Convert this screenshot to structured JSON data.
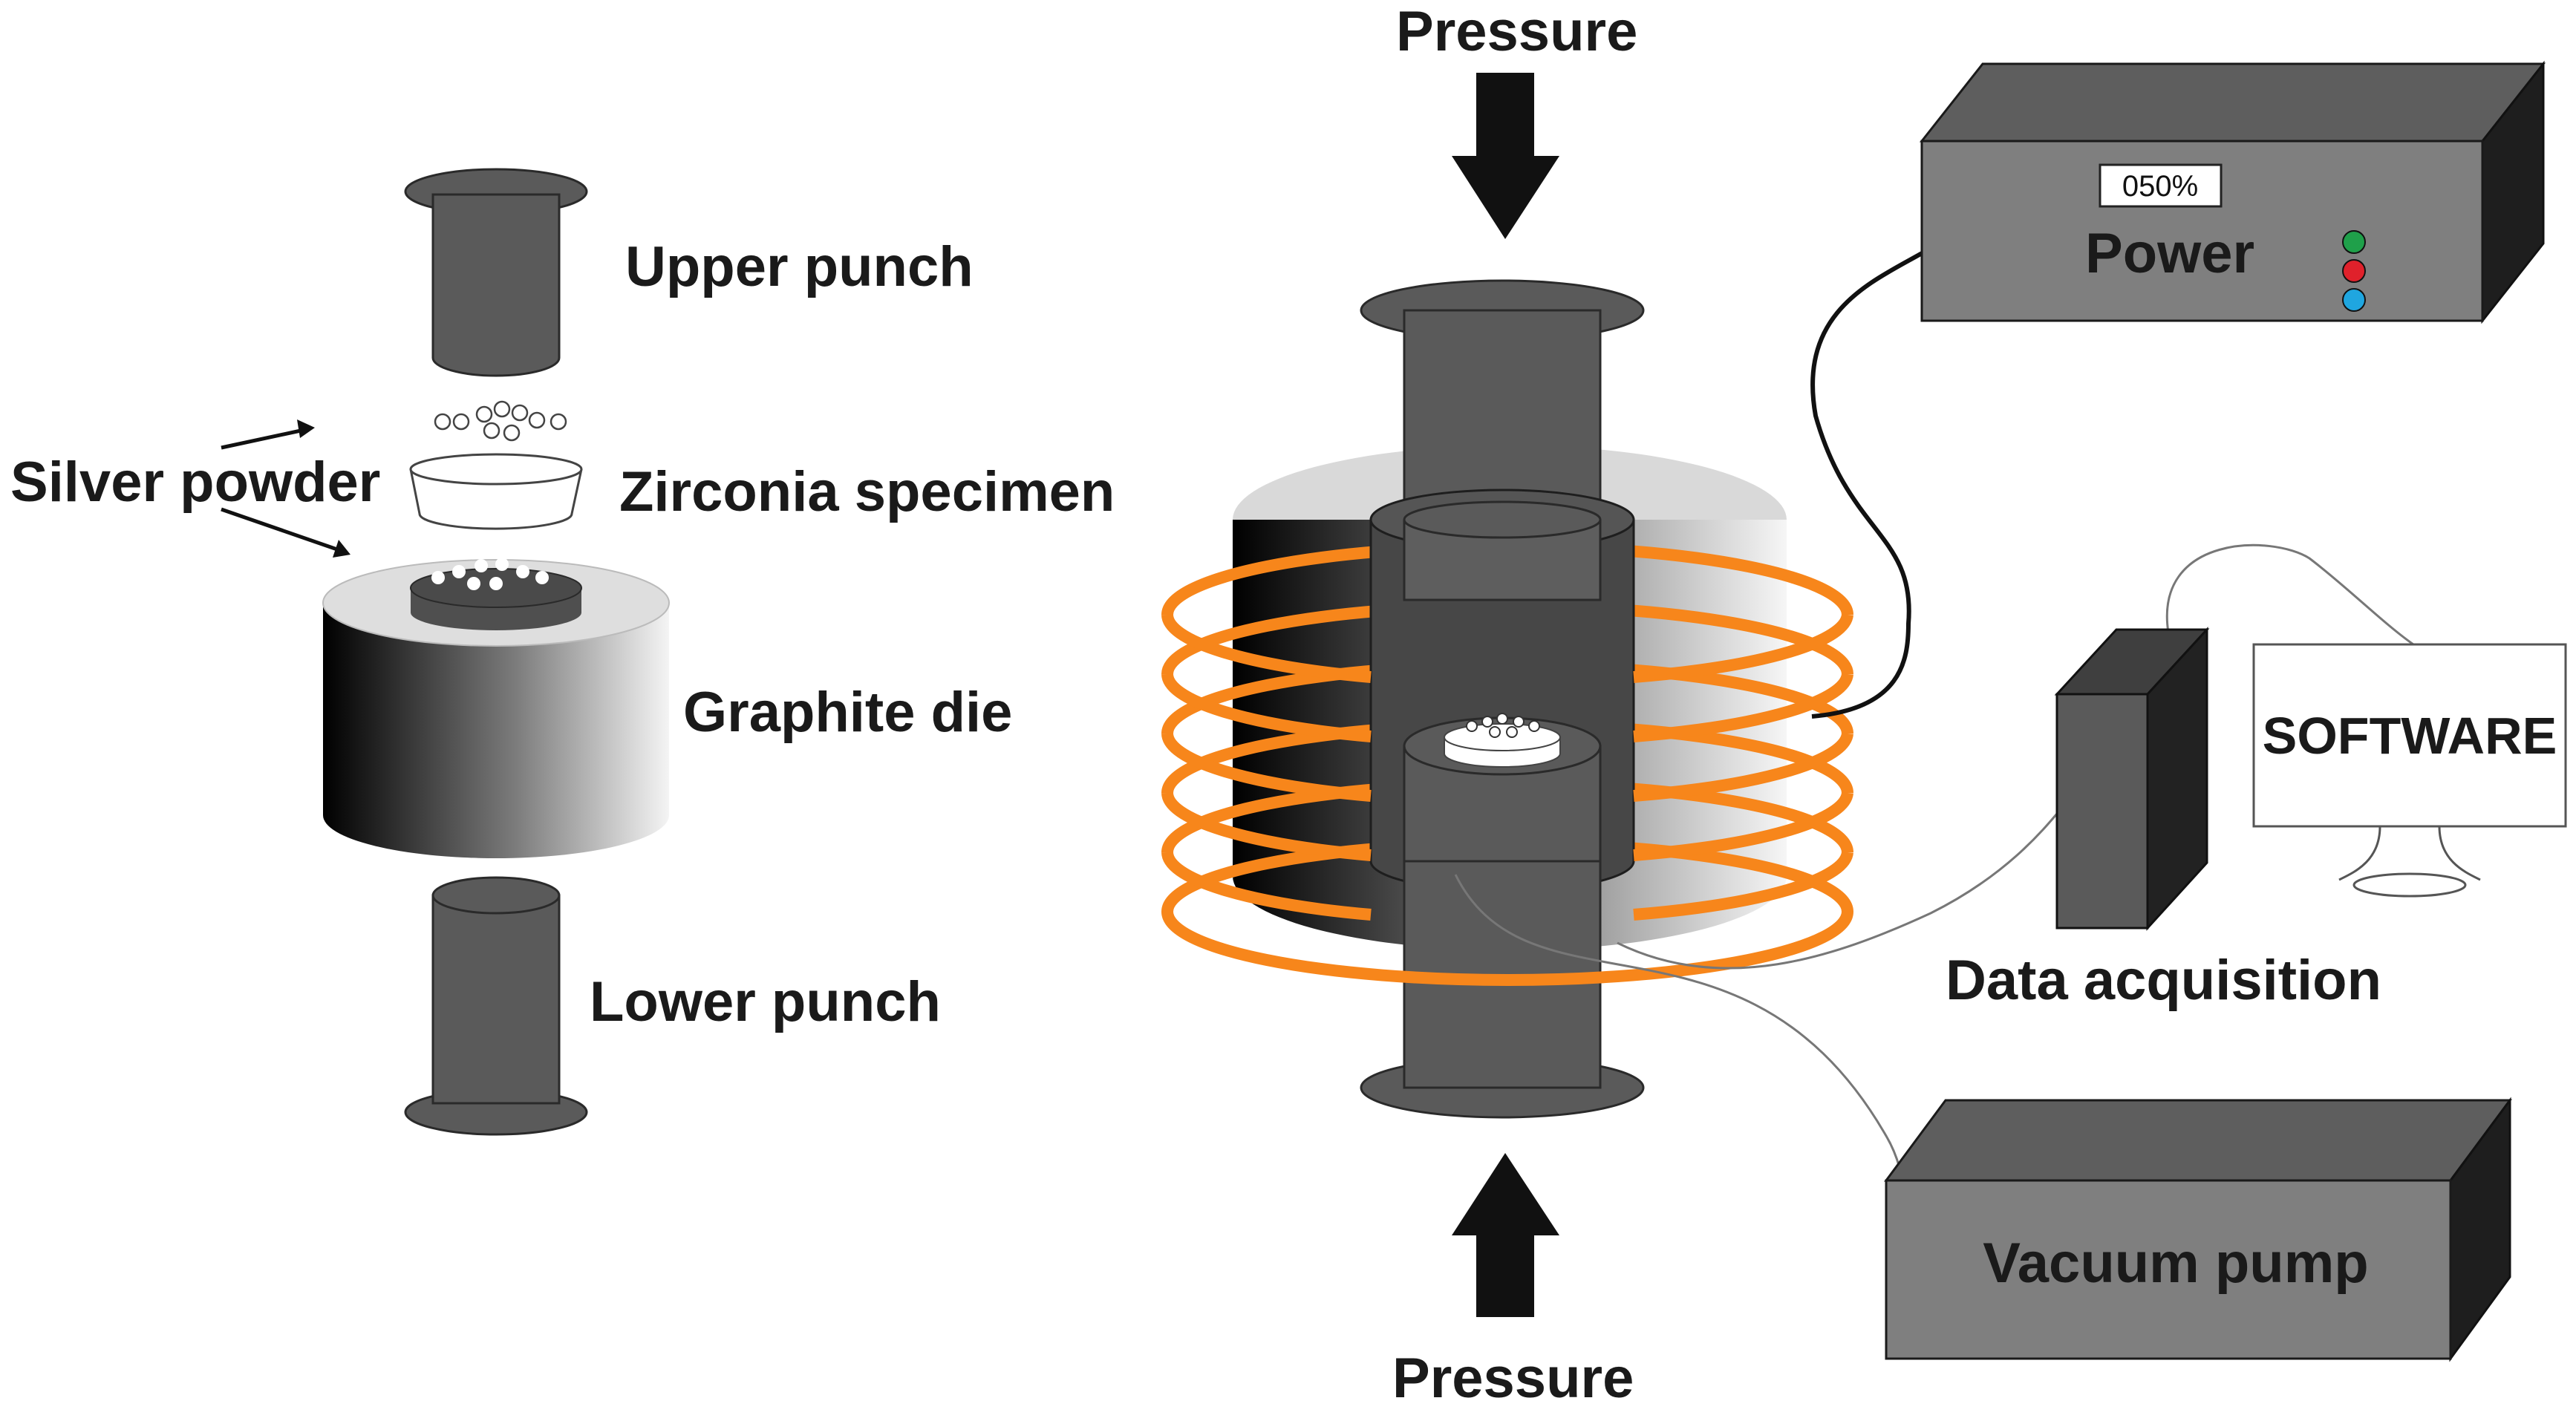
{
  "labels": {
    "upper_punch": "Upper punch",
    "silver_powder": "Silver powder",
    "zirconia_specimen": "Zirconia specimen",
    "graphite_die": "Graphite die",
    "lower_punch": "Lower punch",
    "pressure_top": "Pressure",
    "pressure_bottom": "Pressure",
    "power": "Power",
    "power_display": "050%",
    "software": "SOFTWARE",
    "data_acquisition": "Data acquisition",
    "vacuum_pump": "Vacuum pump"
  },
  "colors": {
    "punch": "#5a5a5a",
    "coil": "#f7861b",
    "box_front": "#7f7f7f",
    "box_top": "#5e5e5e",
    "box_side": "#1e1e1e",
    "led_green": "#1fa04a",
    "led_red": "#e0212b",
    "led_blue": "#1fa6e0"
  }
}
